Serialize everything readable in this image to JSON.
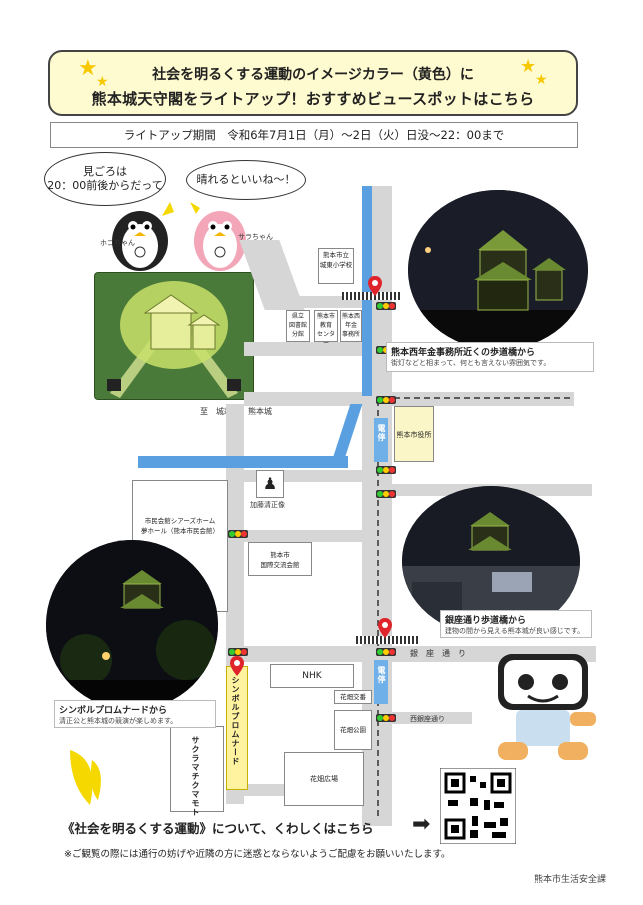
{
  "header": {
    "line1": "社会を明るくする運動のイメージカラー（黄色）に",
    "line2": "熊本城天守閣をライトアップ！おすすめビュースポットはこちら"
  },
  "period": "ライトアップ期間　令和6年7月1日（月）〜2日（火）日没〜22：00まで",
  "characters": {
    "left_bubble": "見ごろは\n20：00前後からだって",
    "right_bubble": "晴れるといいね〜！",
    "left_name": "ホゴちゃん",
    "right_name": "サラちゃん"
  },
  "map_labels": {
    "school": "熊本市立\n城東小学校",
    "bldg1": "県立\n図書館\n分館",
    "bldg2": "熊本市\n教育\nセンター",
    "bldg3": "熊本西\n年金\n事務所",
    "castle_dir": "至　城彩苑　熊本城",
    "city_hall": "熊本市役所",
    "kiyomasa": "加藤清正像",
    "citizen_hall": "市民会館シアーズホーム\n夢ホール（熊本市民会館）",
    "kokusai": "熊本市\n国際交流会館",
    "nhk": "NHK",
    "hanabata_koban": "花畑交番",
    "hanabata_park": "花畑公園",
    "hanabata_plaza": "花畑広場",
    "ginza": "銀　座　通　り",
    "saibashi": "西銀座通り",
    "tram": "電停",
    "symbol_promenade": "シンボルプロムナード",
    "sakura_machi": "サクラマチクマモト"
  },
  "captions": {
    "spot1_title": "熊本西年金事務所近くの歩道橋から",
    "spot1_sub": "街灯などと相まって、何とも言えない雰囲気です。",
    "spot2_title": "銀座通り歩道橋から",
    "spot2_sub": "建物の間から見える熊本城が良い感じです。",
    "spot3_title": "シンボルプロムナードから",
    "spot3_sub": "清正公と熊本城の競演が楽しめます。"
  },
  "footer": {
    "more_info": "《社会を明るくする運動》について、くわしくはこちら",
    "note": "※ご観覧の際には通行の妨げや近隣の方に迷惑とならないようご配慮をお願いいたします。",
    "org": "熊本市生活安全課"
  },
  "colors": {
    "yellow": "#f5d800",
    "river": "#5aa0e0",
    "road": "#d6d6d6",
    "pin": "#e0242c",
    "castle_glow": "#c8e06a"
  }
}
